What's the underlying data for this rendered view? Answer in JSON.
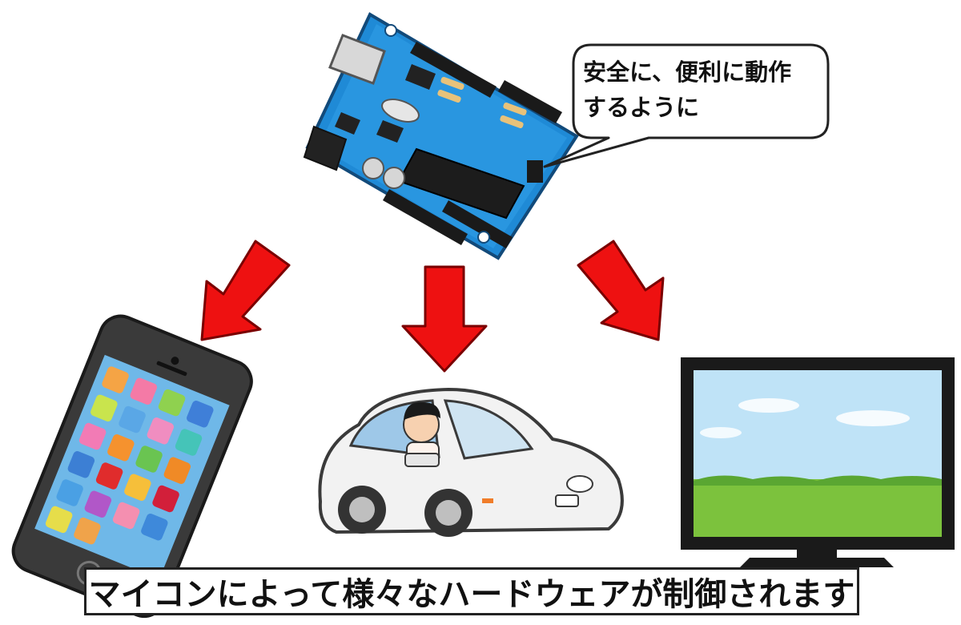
{
  "speech_bubble": {
    "line1": "安全に、便利に動作",
    "line2": "するように"
  },
  "caption": "マイコンによって様々なハードウェアが制御されます",
  "icons": {
    "microcontroller": "microcontroller-board-icon",
    "smartphone": "smartphone-icon",
    "car": "car-with-driver-icon",
    "television": "television-icon"
  },
  "colors": {
    "arrow": "#ee1111",
    "board": "#1f8ad6",
    "sky": "#bfe3f7",
    "grass": "#7cc23d"
  }
}
